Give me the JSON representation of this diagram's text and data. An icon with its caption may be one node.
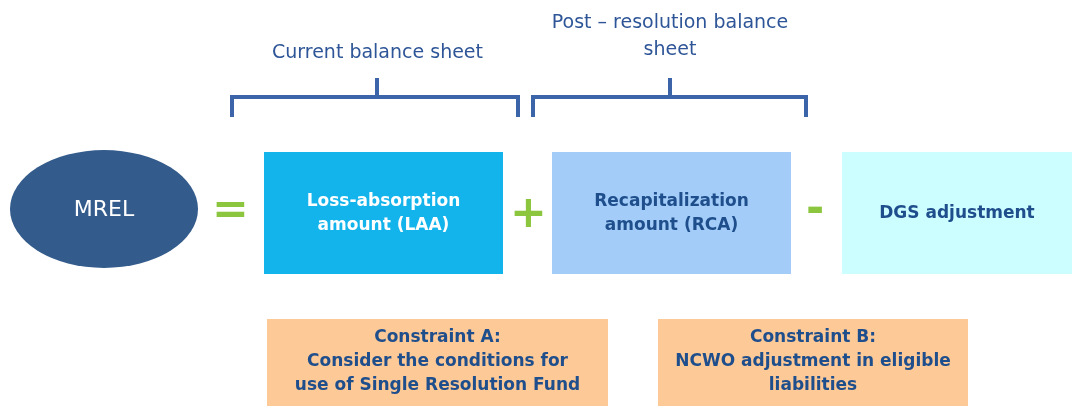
{
  "diagram": {
    "nodes": [
      {
        "text": [
          "MREL"
        ]
      },
      {
        "text": [
          "Loss-absorption amount (LAA)"
        ]
      },
      {
        "text": [
          "Recapitalization amount (RCA)"
        ]
      },
      {
        "text": [
          "DGS adjustment"
        ]
      },
      {
        "text": [
          "Constraint A:",
          "Consider the conditions for use of Single Resolution Fund"
        ]
      },
      {
        "text": [
          "Constraint B:",
          "NCWO adjustment in eligible liabilities"
        ]
      }
    ],
    "edges": [],
    "labels": [
      "Current balance sheet",
      "Post – resolution balance sheet",
      "=",
      "+",
      "-"
    ]
  }
}
